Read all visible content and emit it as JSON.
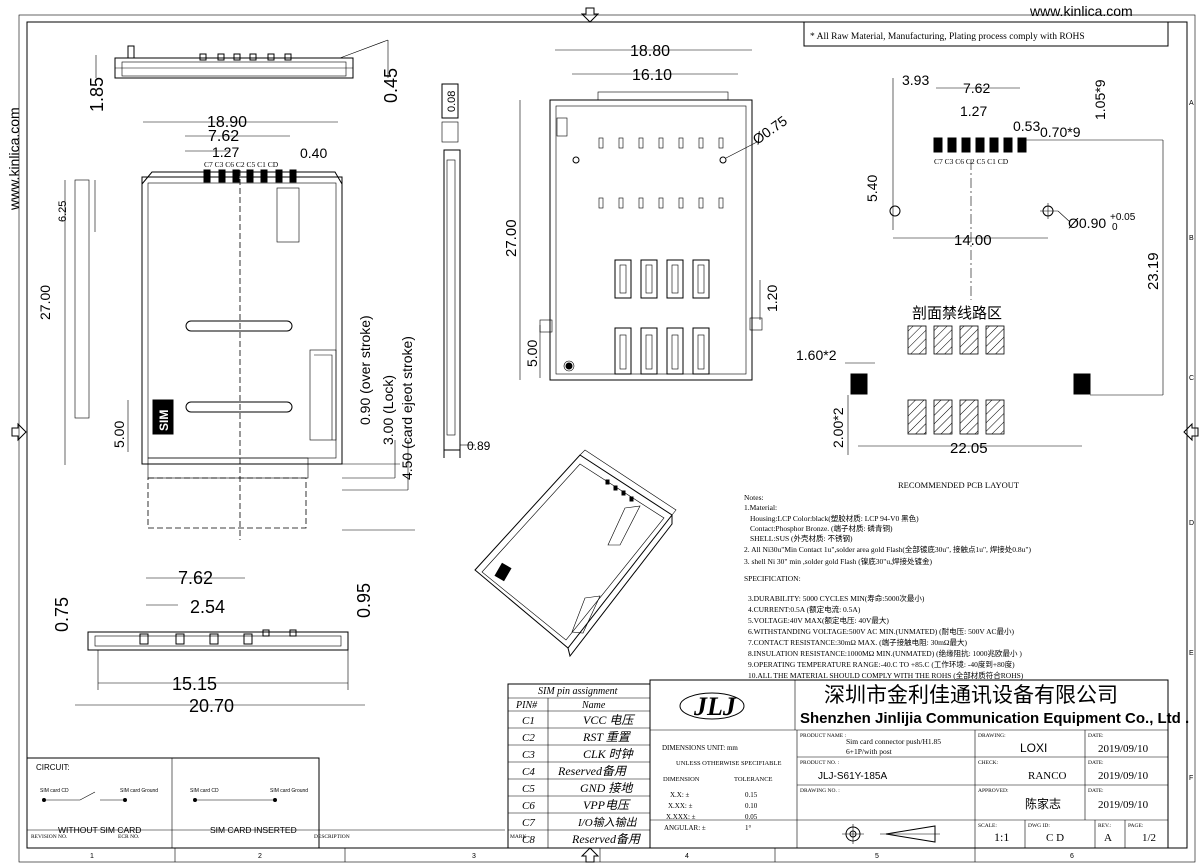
{
  "website": "www.kinlica.com",
  "compliance_note": "* All Raw Material, Manufacturing, Plating process comply with ROHS",
  "views": {
    "top": {
      "dim_height": "1.85",
      "dim_shell": "0.45"
    },
    "front": {
      "dim_width": "18.90",
      "dim_pitch": "7.62",
      "dim_pin_w": "1.27",
      "dim_pin_t": "0.40",
      "dim_height": "27.00",
      "dim_top": "6.25",
      "dim_bottom": "5.00",
      "pin_labels": "C7 C3 C6 C2 C5 C1 CD",
      "sim_text": "SIM",
      "stroke_over": "0.90 (over stroke)",
      "stroke_lock": "3.00 (Lock)",
      "stroke_eject": "4.50 (card ejeot stroke)"
    },
    "side": {
      "dim_thickness": "0.08",
      "dim_pin": "0.89"
    },
    "pcb": {
      "dim_outer": "18.80",
      "dim_inner": "16.10",
      "dim_hole": "Ø0.75",
      "dim_height": "27.00",
      "dim_bottom": "5.00",
      "dim_post": "1.20"
    },
    "bottom": {
      "dim_pitch": "7.62",
      "dim_pin": "2.54",
      "dim_left": "0.75",
      "dim_right": "0.95",
      "dim_inner": "15.15",
      "dim_outer": "20.70"
    },
    "layout": {
      "dim_offset": "3.93",
      "dim_pitch": "7.62",
      "dim_pin": "1.27",
      "dim_pad": "0.53",
      "dim_pad_w": "0.70*9",
      "dim_pad_h": "1.05*9",
      "dim_side": "5.40",
      "dim_holes": "14.00",
      "dim_hole": "Ø0.90",
      "hole_tol_plus": "+0.05",
      "hole_tol_zero": "0",
      "dim_height": "23.19",
      "keepout": "剖面禁线路区",
      "dim_pad2": "1.60*2",
      "dim_pad2h": "2.00*2",
      "dim_width": "22.05",
      "pin_labels": "C7 C3 C6 C2 C5 C1 CD",
      "caption": "RECOMMENDED PCB LAYOUT"
    }
  },
  "notes": {
    "title": "Notes:",
    "lines": [
      "1.Material:",
      "  Housing:LCP Color:black(塑胶材质: LCP 94-V0 黑色)",
      "  Contact:Phosphor Bronze. (端子材质: 磷青铜)",
      "  SHELL:SUS (外壳材质: 不锈钢)",
      "2. All Ni30u\"Min Contact 1u\",solder area gold Flash(全部镀底30u\", 接触点1u\", 焊接处0.8u\")",
      "3. shell Ni 30\" min ,solder gold Flash (镍底30\"u,焊接处镀金)"
    ],
    "spec_title": "SPECIFICATION:",
    "spec": [
      "3.DURABILITY: 5000 CYCLES MIN(寿命:5000次最小)",
      "4.CURRENT:0.5A (额定电流: 0.5A)",
      "5.VOLTAGE:40V MAX(额定电压: 40V最大)",
      "6.WITHSTANDING VOLTAGE:500V AC MIN.(UNMATED) (耐电压: 500V AC最小)",
      "7.CONTACT RESISTANCE:30mΩ MAX. (端子接触电阻: 30mΩ最大)",
      "8.INSULATION RESISTANCE:1000MΩ MIN.(UNMATED) (绝缘阻抗: 1000兆欧最小 )",
      "9.OPERATING TEMPERATURE RANGE:-40.C TO +85.C (工作环境: -40度到+80度)",
      "10.ALL THE MATERIAL SHOULD COMPLY WITH THE ROHS (全部材质符合ROHS)"
    ]
  },
  "pin_table": {
    "title": "SIM pin assignment",
    "header_pin": "PIN#",
    "header_name": "Name",
    "rows": [
      {
        "pin": "C1",
        "name": "VCC 电压"
      },
      {
        "pin": "C2",
        "name": "RST 重置"
      },
      {
        "pin": "C3",
        "name": "CLK 时钟"
      },
      {
        "pin": "C4",
        "name": "Reserved备用"
      },
      {
        "pin": "C5",
        "name": "GND 接地"
      },
      {
        "pin": "C6",
        "name": "VPP电压"
      },
      {
        "pin": "C7",
        "name": "I/O输入输出"
      },
      {
        "pin": "C8",
        "name": "Reserved备用"
      }
    ]
  },
  "tolerance": {
    "units": "DIMENSIONS UNIT: mm",
    "unless": "UNLESS OTHERWISE SPECIFIABLE",
    "col_dim": "DIMENSION",
    "col_tol": "TOLERANCE",
    "rows": [
      {
        "d": "X.X: ±",
        "t": "0.15"
      },
      {
        "d": "X.XX: ±",
        "t": "0.10"
      },
      {
        "d": "X.XXX: ±",
        "t": "0.05"
      },
      {
        "d": "ANGULAR: ±",
        "t": "1°"
      }
    ]
  },
  "company": {
    "name_cn": "深圳市金利佳通讯设备有限公司",
    "name_en": "Shenzhen Jinlijia Communication Equipment Co., Ltd .",
    "logo_text": "JLJ"
  },
  "title_block": {
    "product_name_label": "PRODUCT NAME :",
    "product_name": "Sim card connector push/H1.85",
    "product_name2": "6+1P/with post",
    "product_no_label": "PRODUCT NO. :",
    "product_no": "JLJ-S61Y-185A",
    "drawing_no_label": "DRAWING NO. :",
    "drawing_label": "DRAWING:",
    "drawing": "LOXI",
    "check_label": "CHECK:",
    "check": "RANCO",
    "approved_label": "APPROVED:",
    "approved": "陈家志",
    "date_label": "DATE:",
    "date1": "2019/09/10",
    "date2": "2019/09/10",
    "date3": "2019/09/10",
    "scale_label": "SCALE:",
    "scale": "1:1",
    "dwg_id_label": "DWG ID:",
    "dwg_id": "C D",
    "rev_label": "REV.:",
    "rev": "A",
    "page_label": "PAGE:",
    "page": "1/2"
  },
  "circuit": {
    "title": "CIRCUIT:",
    "left_a": "SIM card CD",
    "left_b": "SIM card Ground",
    "right_a": "SIM card CD",
    "right_b": "SIM card Ground",
    "caption_left": "WITHOUT SIM CARD",
    "caption_right": "SIM CARD INSERTED",
    "rev_no": "REVISION NO.",
    "ecr_no": "ECR NO.",
    "description": "DESCRIPTION",
    "mark": "MARK"
  },
  "border": {
    "cols": [
      "1",
      "2",
      "3",
      "4",
      "5",
      "6"
    ],
    "rows": [
      "A",
      "B",
      "C",
      "D",
      "E",
      "F"
    ]
  }
}
